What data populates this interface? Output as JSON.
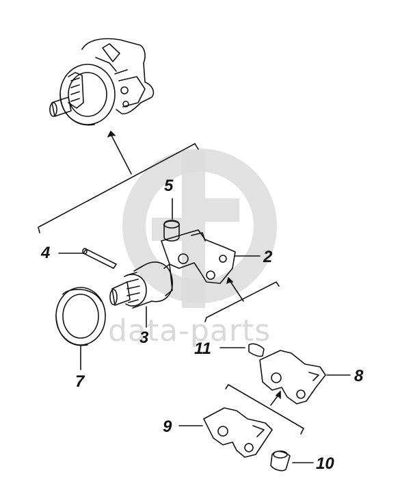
{
  "watermark": {
    "text": "data-parts",
    "color": "#d6d6d6"
  },
  "callouts": [
    {
      "id": "2",
      "label": "2"
    },
    {
      "id": "3",
      "label": "3"
    },
    {
      "id": "4",
      "label": "4"
    },
    {
      "id": "5",
      "label": "5"
    },
    {
      "id": "7",
      "label": "7"
    },
    {
      "id": "8",
      "label": "8"
    },
    {
      "id": "9",
      "label": "9"
    },
    {
      "id": "10",
      "label": "10"
    },
    {
      "id": "11",
      "label": "11"
    }
  ],
  "colors": {
    "line": "#111111",
    "background": "#ffffff"
  }
}
